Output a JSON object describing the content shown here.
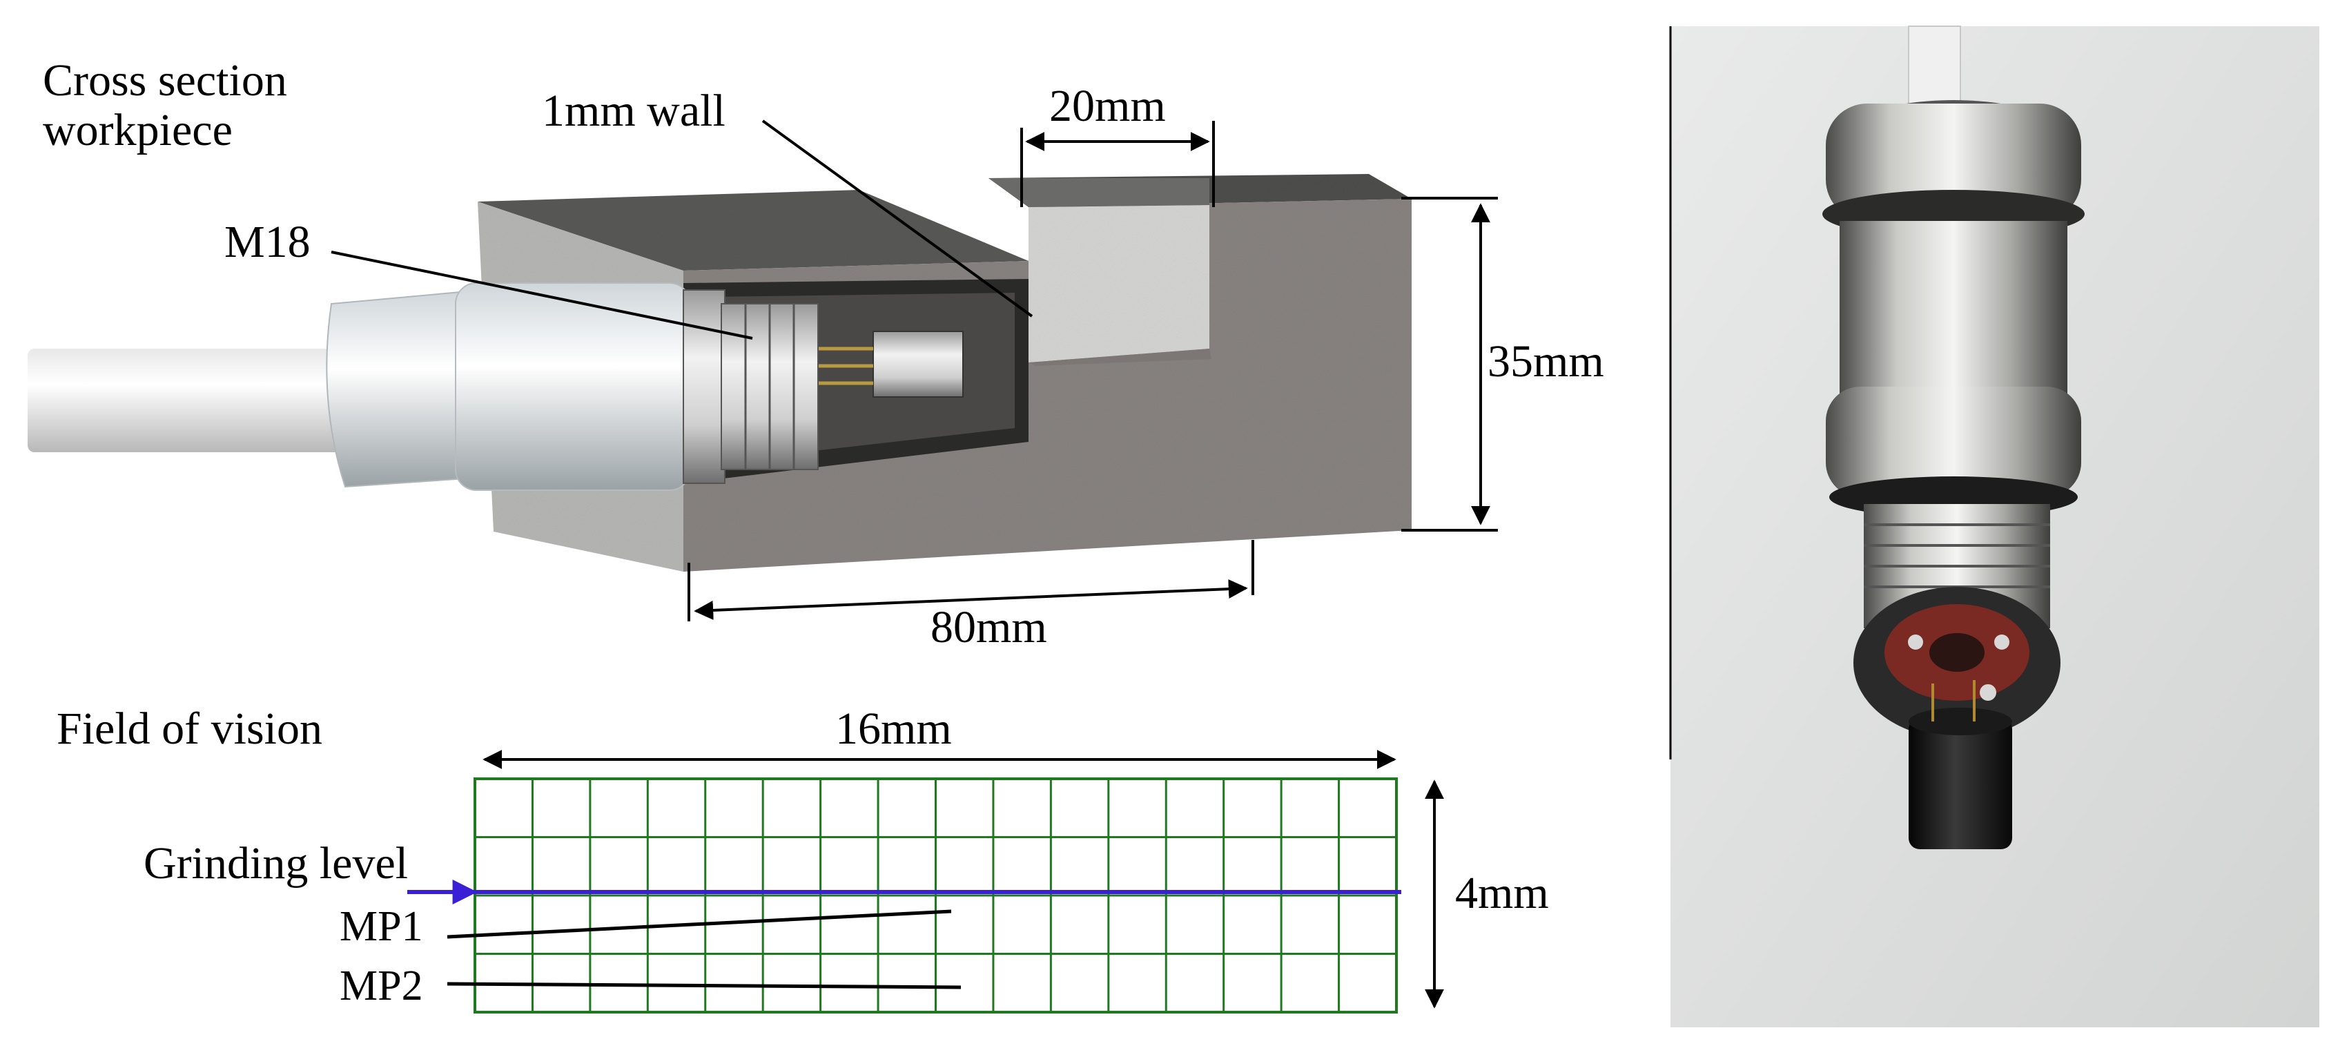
{
  "top_diagram": {
    "title_line1": "Cross section",
    "title_line2": "workpiece",
    "label_wall": "1mm wall",
    "label_slot_width": "20mm",
    "label_thread": "M18",
    "label_height": "35mm",
    "label_length": "80mm"
  },
  "field_of_vision": {
    "title": "Field of vision",
    "width_label": "16mm",
    "height_label": "4mm",
    "grinding_label": "Grinding level",
    "mp1_label": "MP1",
    "mp2_label": "MP2",
    "grid_columns": 16,
    "grid_rows": 4,
    "grid_color": "#1f7a1f",
    "grinding_line_color": "#3a1fd6"
  },
  "photo": {
    "description_icon": "sensor-connector-photo"
  }
}
